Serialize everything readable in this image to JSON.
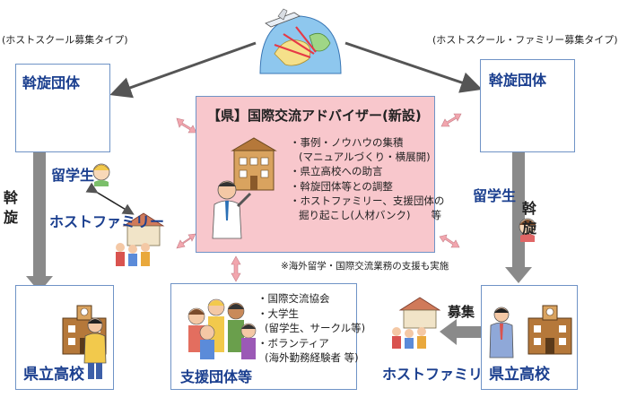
{
  "left_type_label": "(ホストスクール募集タイプ)",
  "right_type_label": "(ホストスクール・ファミリー募集タイプ)",
  "left_mediator": "斡旋団体",
  "right_mediator": "斡旋団体",
  "center_title": "【県】国際交流アドバイザー(新設)",
  "center_items": [
    "・事例・ノウハウの集積",
    "(マニュアルづくり・横展開)",
    "・県立高校への助言",
    "・斡旋団体等との調整",
    "・ホストファミリー、支援団体の",
    "掘り起こし(人材バンク)　　等"
  ],
  "note": "※海外留学・国際交流業務の支援も実施",
  "left_student": "留学生",
  "left_family": "ホストファミリー",
  "left_arrow_label": [
    "斡",
    "旋"
  ],
  "right_student": "留学生",
  "right_arrow_label": [
    "斡",
    "旋"
  ],
  "left_school": "県立高校",
  "right_school": "県立高校",
  "support_title": "支援団体等",
  "support_items": [
    "・国際交流協会",
    "・大学生",
    "(留学生、サークル等)",
    "・ボランティア",
    "(海外勤務経験者 等)"
  ],
  "recruit_label": "募集",
  "right_family": "ホストファミリー",
  "colors": {
    "box_border": "#6f93c6",
    "center_fill": "#f8c7cc",
    "title_blue": "#1b3f8f",
    "arrow_gray": "#8a8a8a",
    "pink_arrow": "#f2a6ae"
  }
}
